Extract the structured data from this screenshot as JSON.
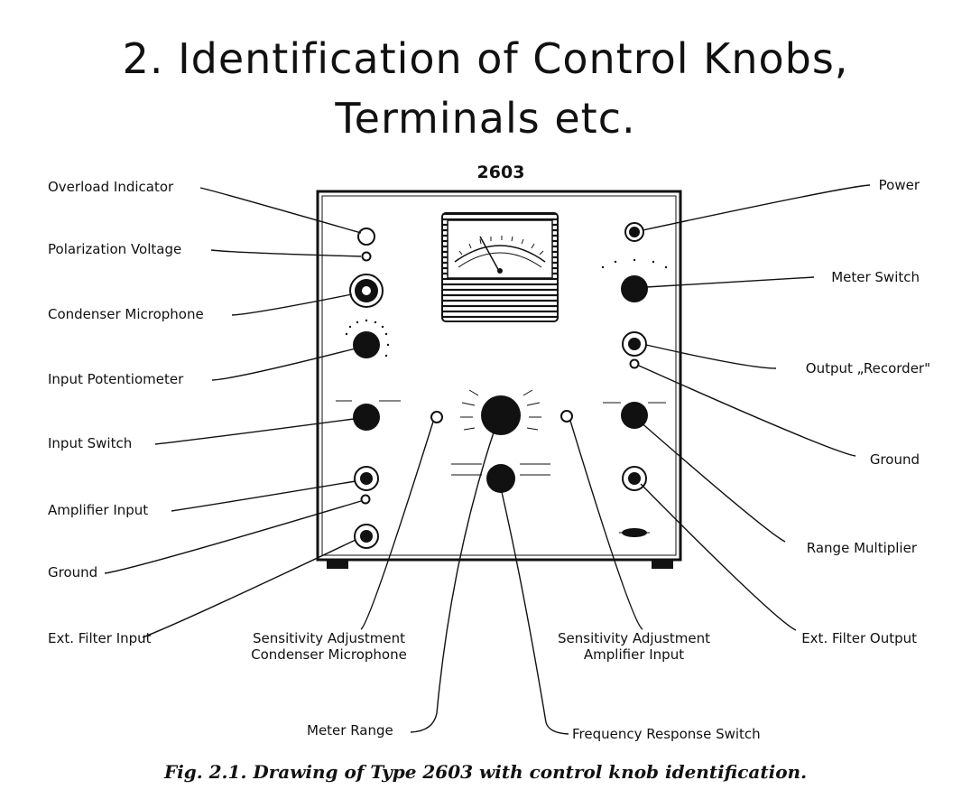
{
  "title": {
    "line1": "2. Identification of Control Knobs,",
    "line2": "Terminals etc."
  },
  "model": "2603",
  "labels": {
    "overload_indicator": "Overload Indicator",
    "polarization_voltage": "Polarization Voltage",
    "condenser_microphone": "Condenser Microphone",
    "input_potentiometer": "Input Potentiometer",
    "input_switch": "Input Switch",
    "amplifier_input": "Amplifier Input",
    "ground_left": "Ground",
    "ext_filter_input": "Ext. Filter Input",
    "sens_cond_line1": "Sensitivity Adjustment",
    "sens_cond_line2": "Condenser Microphone",
    "sens_amp_line1": "Sensitivity Adjustment",
    "sens_amp_line2": "Amplifier Input",
    "ext_filter_output": "Ext. Filter Output",
    "meter_range": "Meter Range",
    "frequency_response_switch": "Frequency Response Switch",
    "power": "Power",
    "meter_switch": "Meter Switch",
    "output_recorder": "Output „Recorder\"",
    "ground_right": "Ground",
    "range_multiplier": "Range Multiplier"
  },
  "caption": "Fig. 2.1. Drawing of Type 2603 with control knob identification.",
  "colors": {
    "ink": "#111111",
    "paper": "#ffffff"
  }
}
